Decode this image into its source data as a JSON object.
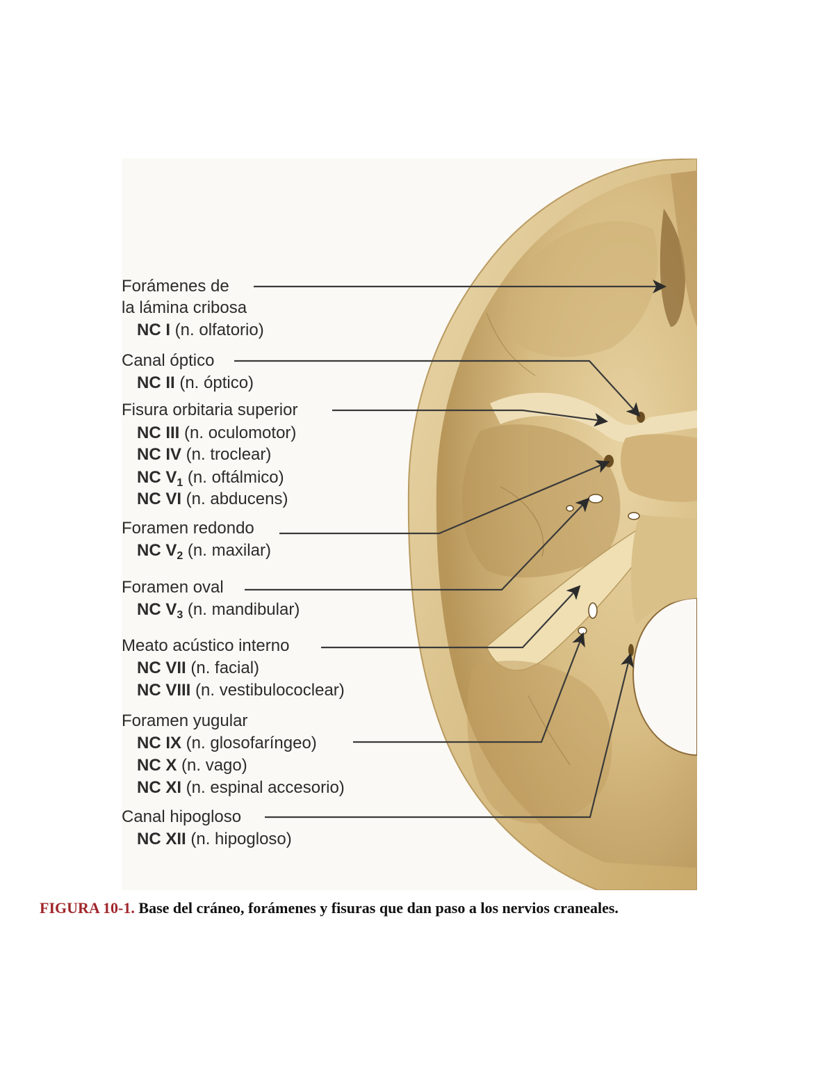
{
  "labels": {
    "cribosa": {
      "line1": "Forámenes de",
      "line2": "la lámina cribosa",
      "nc1_bold": "NC I",
      "nc1_text": " (n. olfatorio)"
    },
    "optico": {
      "title": "Canal óptico",
      "nc1_bold": "NC II",
      "nc1_text": " (n. óptico)"
    },
    "fisura": {
      "title": "Fisura orbitaria superior",
      "nc1_bold": "NC III",
      "nc1_text": " (n. oculomotor)",
      "nc2_bold": "NC IV",
      "nc2_text": " (n. troclear)",
      "nc3_bold": "NC V",
      "nc3_sub": "1",
      "nc3_text": " (n. oftálmico)",
      "nc4_bold": "NC VI",
      "nc4_text": " (n. abducens)"
    },
    "redondo": {
      "title": "Foramen redondo",
      "nc1_bold": "NC V",
      "nc1_sub": "2",
      "nc1_text": " (n. maxilar)"
    },
    "oval": {
      "title": "Foramen oval",
      "nc1_bold": "NC V",
      "nc1_sub": "3",
      "nc1_text": " (n. mandibular)"
    },
    "meato": {
      "title": "Meato acústico interno",
      "nc1_bold": "NC VII",
      "nc1_text": " (n. facial)",
      "nc2_bold": "NC VIII",
      "nc2_text": " (n. vestibulococlear)"
    },
    "yugular": {
      "title": "Foramen yugular",
      "nc1_bold": "NC IX",
      "nc1_text": " (n. glosofaríngeo)",
      "nc2_bold": "NC X",
      "nc2_text": " (n. vago)",
      "nc3_bold": "NC XI",
      "nc3_text": " (n. espinal accesorio)"
    },
    "hipogloso": {
      "title": "Canal hipogloso",
      "nc1_bold": "NC XII",
      "nc1_text": " (n. hipogloso)"
    }
  },
  "caption": {
    "number": "FIGURA 10-1.",
    "text": " Base del cráneo, forámenes y fisuras que dan paso a los nervios craneales."
  },
  "colors": {
    "bone_light": "#e3cd9a",
    "bone_mid": "#c9ab6e",
    "bone_dark": "#8c6a37",
    "caption_accent": "#a0262b"
  }
}
